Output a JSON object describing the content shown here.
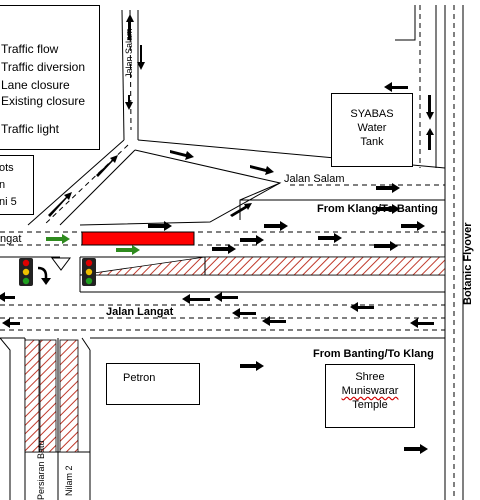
{
  "legend": {
    "items": [
      "Traffic flow",
      "Traffic diversion",
      "Lane closure",
      "Existing closure",
      "Traffic light"
    ]
  },
  "left_box": {
    "lines": [
      "ots",
      "n",
      "ni 5"
    ]
  },
  "roads": {
    "jalan_salam_vertical": "Jalan Salam",
    "jalan_salam": "Jalan Salam",
    "jalan_langat_left": "ngat",
    "jalan_langat": "Jalan Langat",
    "from_klang": "From Klang/To Banting",
    "from_banting": "From Banting/To Klang",
    "botanic_flyover": "Botanic Flyover",
    "persiaran_batu": "Persiaran Batu",
    "nilam": "Nilam 2"
  },
  "buildings": {
    "syabas": [
      "SYABAS",
      "Water",
      "Tank"
    ],
    "petron": "Petron",
    "temple": [
      "Shree",
      "Muniswarar",
      "Temple"
    ]
  },
  "colors": {
    "traffic_flow": "#000000",
    "traffic_diversion": "#2e8b1e",
    "lane_closure": "#ff0000",
    "existing_closure": "#c0392b"
  },
  "icons": [
    "traffic-light-icon",
    "turn-arrow-icon",
    "triangle-marker-icon"
  ]
}
